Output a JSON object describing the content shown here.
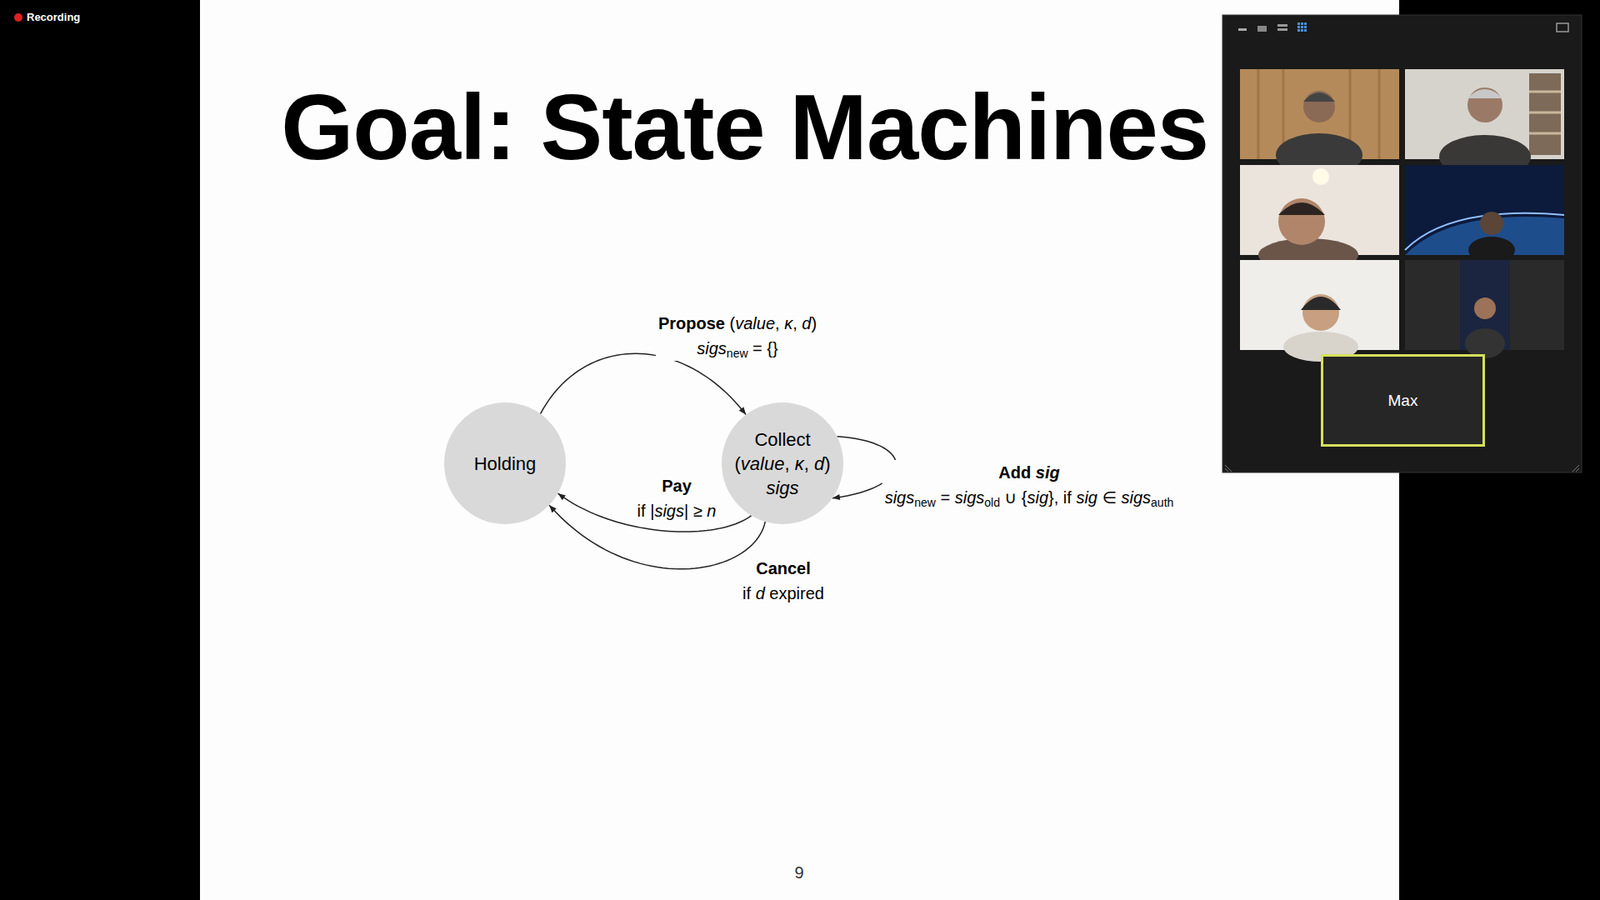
{
  "diagram": {
    "title": "Goal: State Machines",
    "nodes": [
      {
        "text": [
          "Holding"
        ]
      },
      {
        "text": [
          "Collect",
          "(value, κ, d)",
          "sigs"
        ]
      },
      {
        "text": [
          "Max"
        ]
      }
    ],
    "edges": [
      {
        "from": 0,
        "to": 1,
        "arrow": "to",
        "label": "Propose (value, κ, d) sigsnew = {}"
      },
      {
        "from": 1,
        "to": 1,
        "arrow": "to",
        "label": "Add sig sigsnew = sigsold ∪ {sig}, if sig ∈ sigsauth"
      },
      {
        "from": 1,
        "to": 0,
        "arrow": "to",
        "label": "Pay if |sigs| ≥ n"
      },
      {
        "from": 1,
        "to": 0,
        "arrow": "to",
        "label": "Cancel if d expired"
      }
    ],
    "labels": [
      "Recording",
      "9"
    ]
  }
}
